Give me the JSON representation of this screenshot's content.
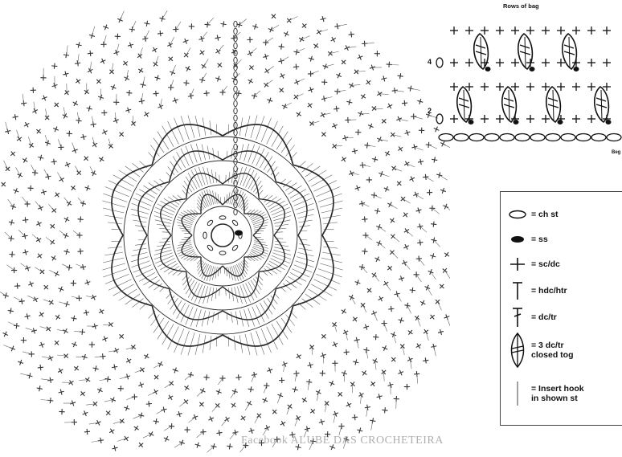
{
  "stitch_chart": {
    "title": "Rows of bag",
    "row_labels": [
      "4",
      "2"
    ],
    "start_label": "Beg"
  },
  "legend": {
    "items": [
      {
        "icon": "chain-oval-icon",
        "text": "= ch st"
      },
      {
        "icon": "slip-stitch-icon",
        "text": "= ss"
      },
      {
        "icon": "single-crochet-cross-icon",
        "text": "= sc/dc"
      },
      {
        "icon": "half-double-crochet-icon",
        "text": "= hdc/htr"
      },
      {
        "icon": "double-crochet-icon",
        "text": "= dc/tr"
      },
      {
        "icon": "cluster-3dc-icon",
        "text": "= 3 dc/tr\nclosed tog"
      },
      {
        "icon": "insert-hook-icon",
        "text": "= Insert hook\nin shown st"
      }
    ]
  },
  "watermark": "Facebook ALUBE DAS CROCHETEIRA"
}
